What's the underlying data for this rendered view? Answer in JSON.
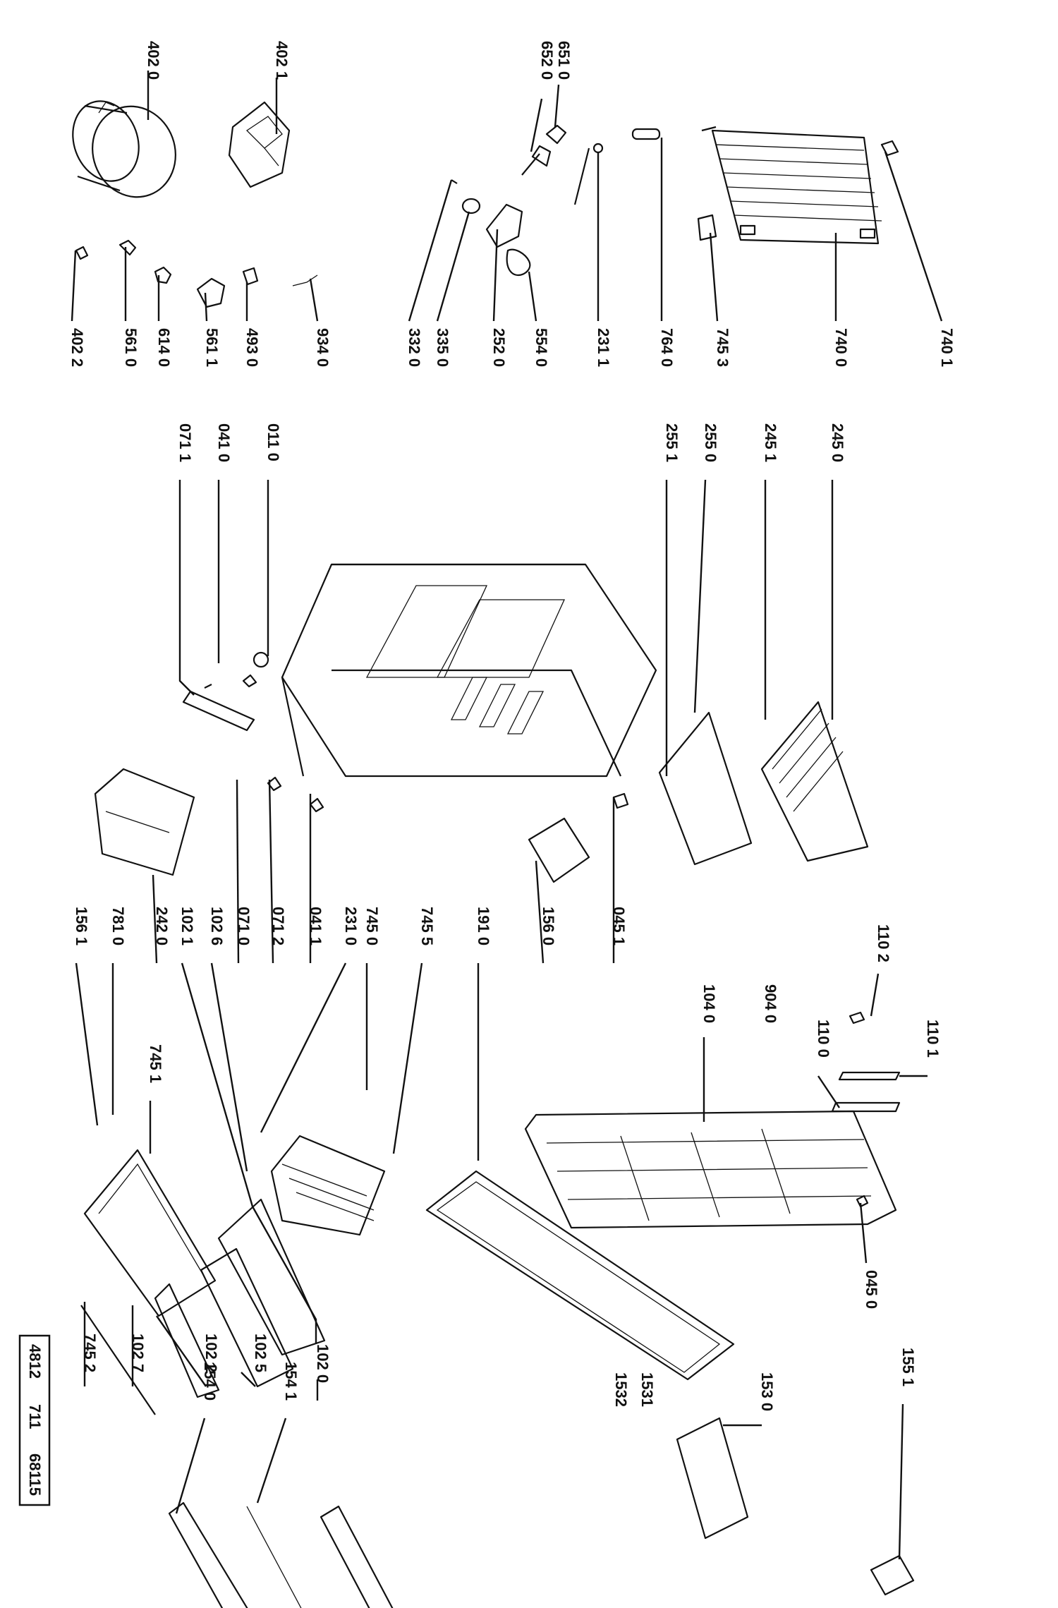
{
  "document_code": [
    "4812",
    "711",
    "68115"
  ],
  "callouts": [
    {
      "id": "c-4020",
      "label": "402 0"
    },
    {
      "id": "c-4021",
      "label": "402 1"
    },
    {
      "id": "c-6510",
      "label": "651 0"
    },
    {
      "id": "c-6520",
      "label": "652 0"
    },
    {
      "id": "c-4022",
      "label": "402 2"
    },
    {
      "id": "c-5610",
      "label": "561 0"
    },
    {
      "id": "c-6140",
      "label": "614 0"
    },
    {
      "id": "c-5611",
      "label": "561 1"
    },
    {
      "id": "c-4930",
      "label": "493 0"
    },
    {
      "id": "c-9340",
      "label": "934 0"
    },
    {
      "id": "c-3320",
      "label": "332 0"
    },
    {
      "id": "c-3350",
      "label": "335 0"
    },
    {
      "id": "c-2520",
      "label": "252 0"
    },
    {
      "id": "c-5540",
      "label": "554 0"
    },
    {
      "id": "c-2311",
      "label": "231 1"
    },
    {
      "id": "c-7640",
      "label": "764 0"
    },
    {
      "id": "c-7453",
      "label": "745 3"
    },
    {
      "id": "c-7400",
      "label": "740 0"
    },
    {
      "id": "c-7401",
      "label": "740 1"
    },
    {
      "id": "c-0711",
      "label": "071 1"
    },
    {
      "id": "c-0410",
      "label": "041 0"
    },
    {
      "id": "c-0110",
      "label": "011 0"
    },
    {
      "id": "c-2551",
      "label": "255 1"
    },
    {
      "id": "c-2550",
      "label": "255 0"
    },
    {
      "id": "c-2451",
      "label": "245 1"
    },
    {
      "id": "c-2450",
      "label": "245 0"
    },
    {
      "id": "c-1102",
      "label": "110 2"
    },
    {
      "id": "c-1101",
      "label": "110 1"
    },
    {
      "id": "c-1100",
      "label": "110 0"
    },
    {
      "id": "c-9040",
      "label": "904 0"
    },
    {
      "id": "c-1040",
      "label": "104 0"
    },
    {
      "id": "c-0451",
      "label": "045 1"
    },
    {
      "id": "c-1560",
      "label": "156 0"
    },
    {
      "id": "c-1910",
      "label": "191 0"
    },
    {
      "id": "c-7455",
      "label": "745 5"
    },
    {
      "id": "c-7450",
      "label": "745 0"
    },
    {
      "id": "c-2310",
      "label": "231 0"
    },
    {
      "id": "c-0411",
      "label": "041 1"
    },
    {
      "id": "c-0712",
      "label": "071 2"
    },
    {
      "id": "c-0710",
      "label": "071 0"
    },
    {
      "id": "c-1026",
      "label": "102 6"
    },
    {
      "id": "c-1021",
      "label": "102 1"
    },
    {
      "id": "c-2420",
      "label": "242 0"
    },
    {
      "id": "c-7810",
      "label": "781 0"
    },
    {
      "id": "c-1561",
      "label": "156 1"
    },
    {
      "id": "c-7451",
      "label": "745 1"
    },
    {
      "id": "c-0450",
      "label": "045 0"
    },
    {
      "id": "c-1551",
      "label": "155 1"
    },
    {
      "id": "c-1530",
      "label": "153 0"
    },
    {
      "id": "c-1531",
      "label": "1531"
    },
    {
      "id": "c-1532",
      "label": "1532"
    },
    {
      "id": "c-1020",
      "label": "102 0"
    },
    {
      "id": "c-1541",
      "label": "154 1"
    },
    {
      "id": "c-1540",
      "label": "154 0"
    },
    {
      "id": "c-1025",
      "label": "102 5"
    },
    {
      "id": "c-1022",
      "label": "102 2"
    },
    {
      "id": "c-1027",
      "label": "102 7"
    },
    {
      "id": "c-7452",
      "label": "745 2"
    }
  ]
}
